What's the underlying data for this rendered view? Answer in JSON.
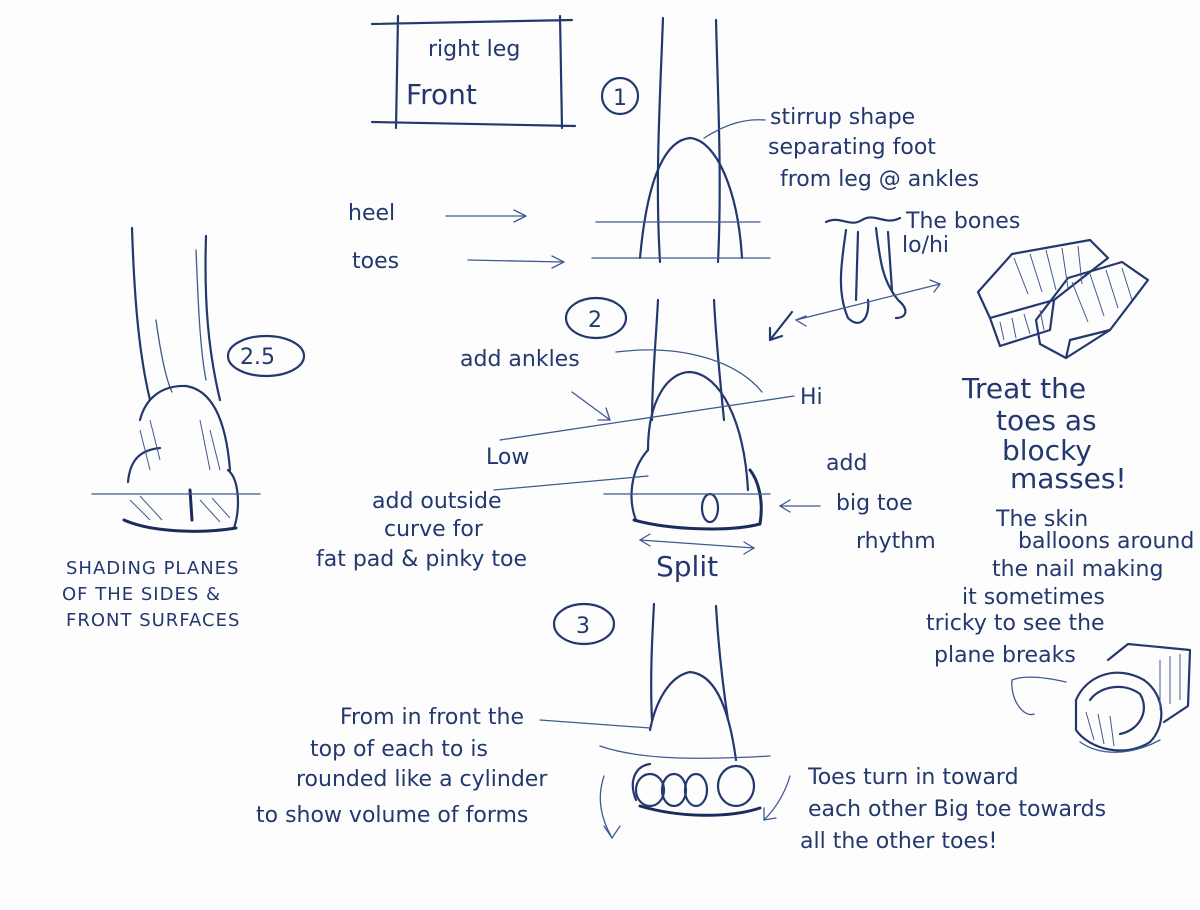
{
  "title_box": {
    "line1": "right leg",
    "line2": "Front"
  },
  "steps": {
    "s1": "1",
    "s2": "2",
    "s25": "2.5",
    "s3": "3"
  },
  "labels": {
    "stirrup1": "stirrup shape",
    "stirrup2": "separating foot",
    "stirrup3": "from leg @ ankles",
    "heel": "heel",
    "toes": "toes",
    "bones1": "The bones",
    "bones2": "lo/hi",
    "add_ankles": "add ankles",
    "hi": "Hi",
    "low": "Low",
    "outside1": "add outside",
    "outside2": "curve for",
    "outside3": "fat pad & pinky toe",
    "split": "Split",
    "add": "add",
    "bigtoe": "big toe",
    "rhythm": "rhythm",
    "treat1": "Treat the",
    "treat2": "toes as",
    "treat3": "blocky",
    "treat4": "masses!",
    "skin1": "The skin",
    "skin2": "balloons around",
    "skin3": "the nail making",
    "skin4": "it sometimes",
    "skin5": "tricky to see the",
    "skin6": "plane breaks",
    "shade1": "SHADING PLANES",
    "shade2": "OF THE SIDES &",
    "shade3": "FRONT SURFACES",
    "front1": "From in front the",
    "front2": "top of each to is",
    "front3": "rounded like a cylinder",
    "front4": "to show  volume of forms",
    "turn1": "Toes turn in toward",
    "turn2": "each other Big toe towards",
    "turn3": "all the other toes!"
  }
}
